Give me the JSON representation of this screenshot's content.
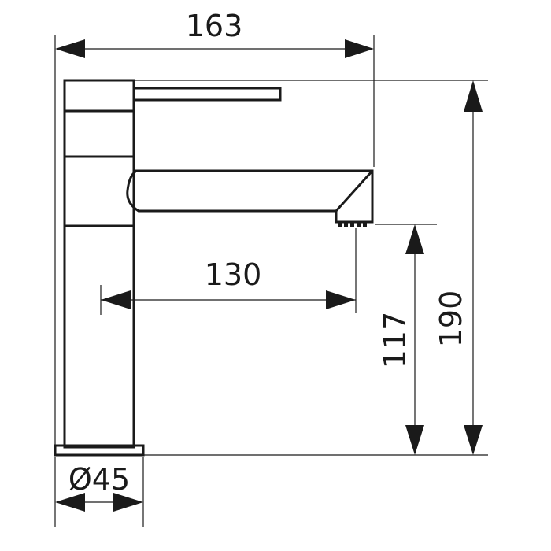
{
  "drawing": {
    "dimensions": {
      "overall_width": "163",
      "spout_reach": "130",
      "spout_height": "117",
      "overall_height": "190",
      "base_diameter": "Ø45"
    }
  }
}
